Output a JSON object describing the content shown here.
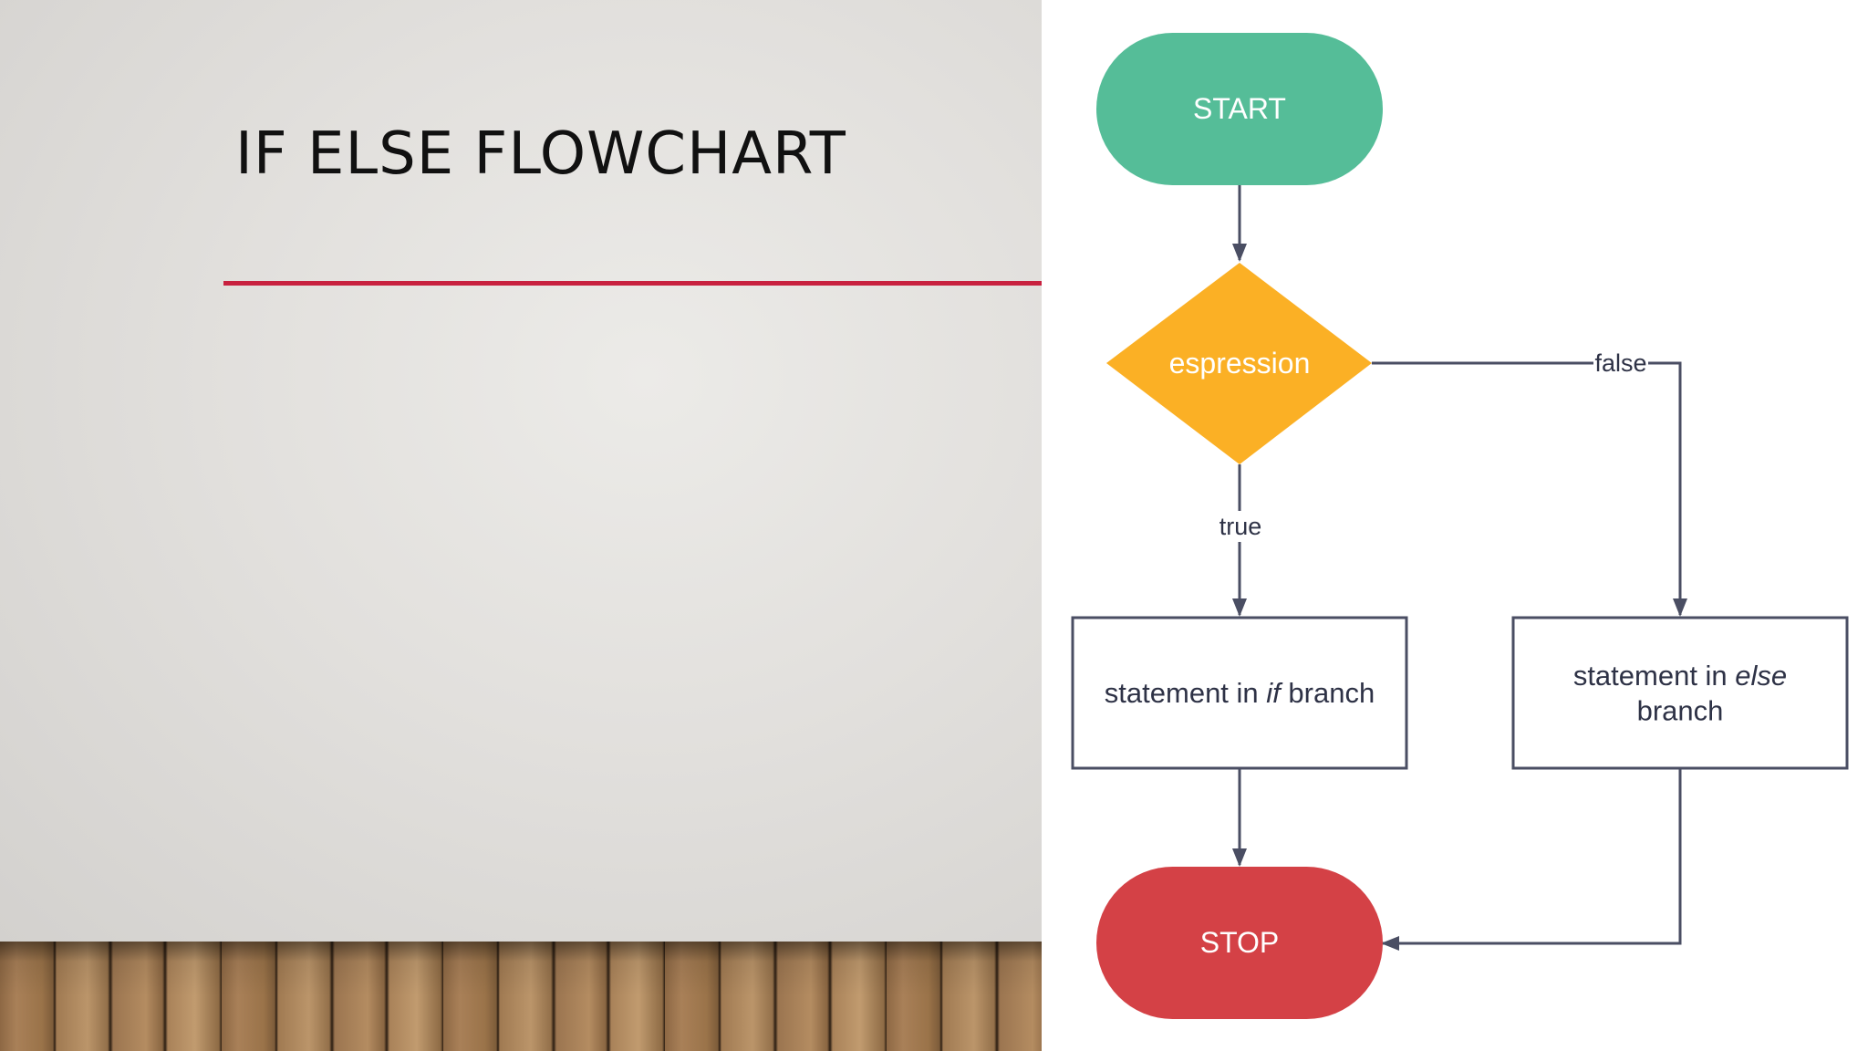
{
  "slide": {
    "title": "IF ELSE FLOWCHART"
  },
  "flowchart": {
    "start": {
      "label": "START",
      "color": "#55bd98"
    },
    "condition": {
      "label": "espression",
      "color": "#fbb025"
    },
    "edge_true": {
      "label": "true"
    },
    "edge_false": {
      "label": "false"
    },
    "if_box": {
      "text_before": "statement in ",
      "keyword": "if",
      "text_after": " branch"
    },
    "else_box": {
      "text_before": "statement in ",
      "keyword": "else",
      "text_after": "branch"
    },
    "stop": {
      "label": "STOP",
      "color": "#d44146"
    },
    "line_color": "#4a4e63",
    "accent_rule_color": "#c8213f"
  }
}
